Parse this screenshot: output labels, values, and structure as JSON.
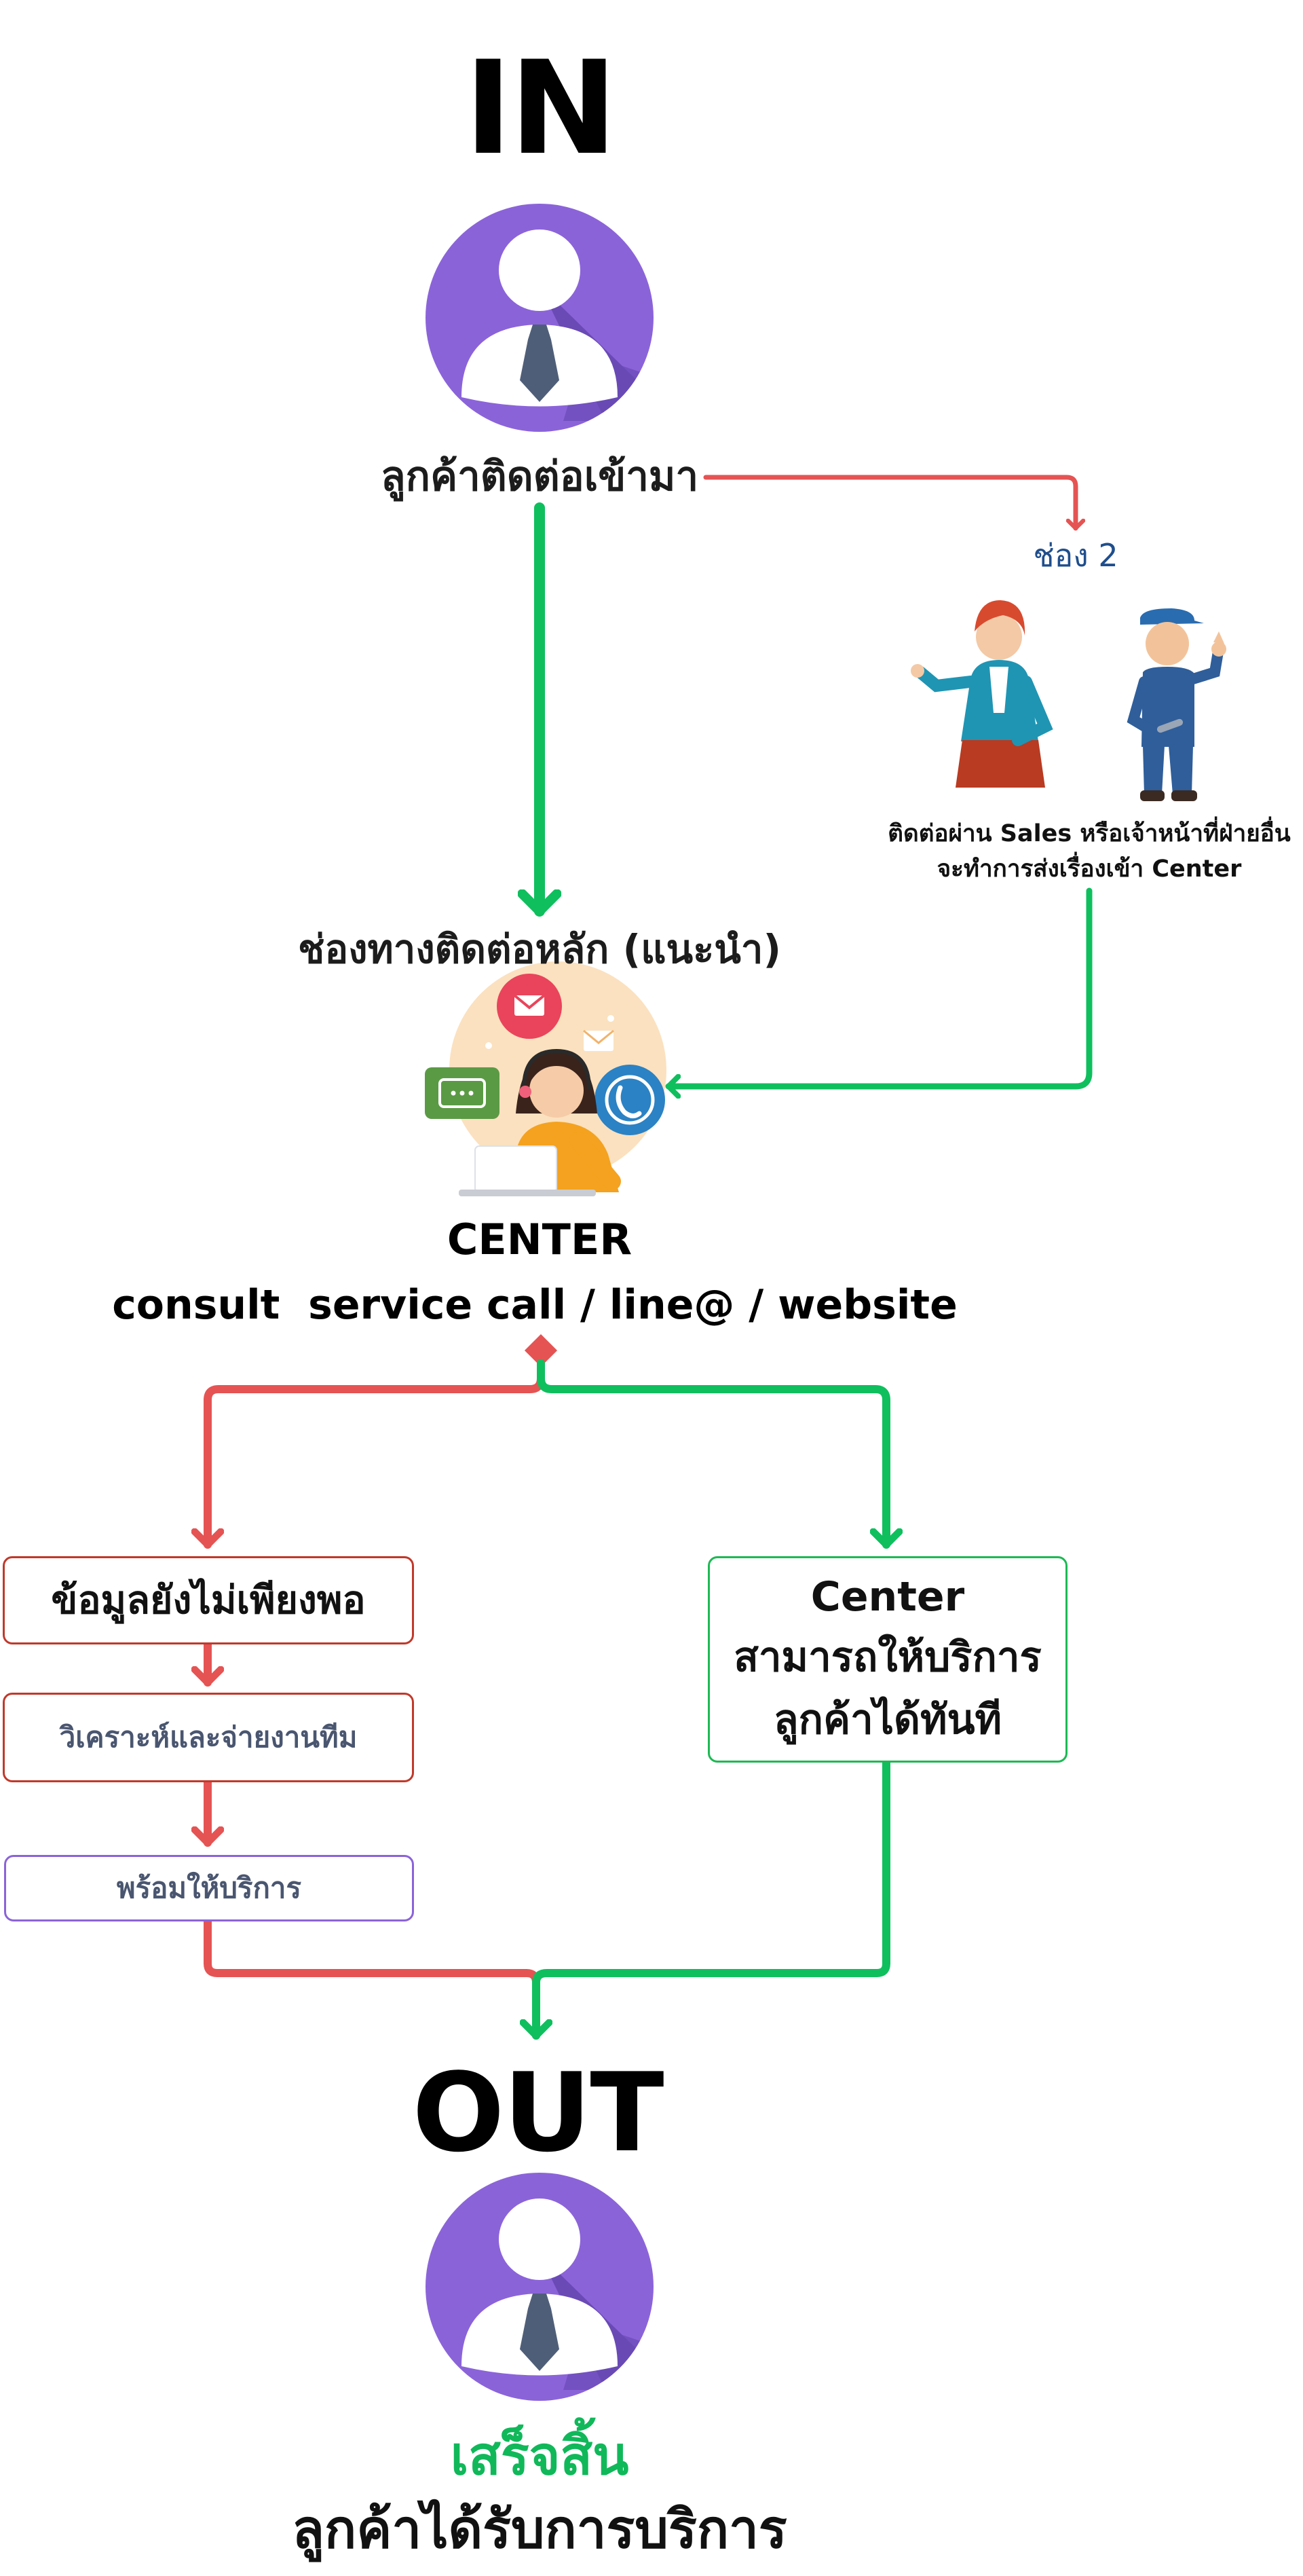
{
  "colors": {
    "red_flow": "#e55353",
    "green_flow": "#0fbf5e",
    "purple_avatar": "#8b63d9",
    "dark_purple": "#6a4ab5",
    "box_red_border": "#c0392b",
    "box_green_border": "#1db954",
    "box_purple_border": "#8b63d9",
    "channel_label": "#1f4e8c",
    "done_green": "#10b85a",
    "muted_text": "#4a5670"
  },
  "top": {
    "heading": "IN",
    "avatar_icon": "person-avatar-icon",
    "label": "ลูกค้าติดต่อเข้ามา"
  },
  "side_channel": {
    "label": "ช่อง 2",
    "figures": [
      "saleswoman-illustration",
      "technician-illustration"
    ],
    "caption_line1": "ติดต่อผ่าน Sales หรือเจ้าหน้าที่ฝ่ายอื่น",
    "caption_line2": "จะทำการส่งเรื่องเข้า Center"
  },
  "main_channel": {
    "label": "ช่องทางติดต่อหลัก (แนะนำ)",
    "illustration": "call-center-agent-illustration",
    "center_title": "CENTER",
    "center_subtitle": "consult  service call / line@ / website"
  },
  "left_branch": {
    "box1": "ข้อมูลยังไม่เพียงพอ",
    "box2": "วิเคราะห์และจ่ายงานทีม",
    "box3": "พร้อมให้บริการ"
  },
  "right_branch": {
    "line1": "Center",
    "line2": "สามารถให้บริการ",
    "line3": "ลูกค้าได้ทันที"
  },
  "bottom": {
    "heading": "OUT",
    "avatar_icon": "person-avatar-icon",
    "done_label": "เสร็จสิ้น",
    "result_label": "ลูกค้าได้รับการบริการ"
  }
}
